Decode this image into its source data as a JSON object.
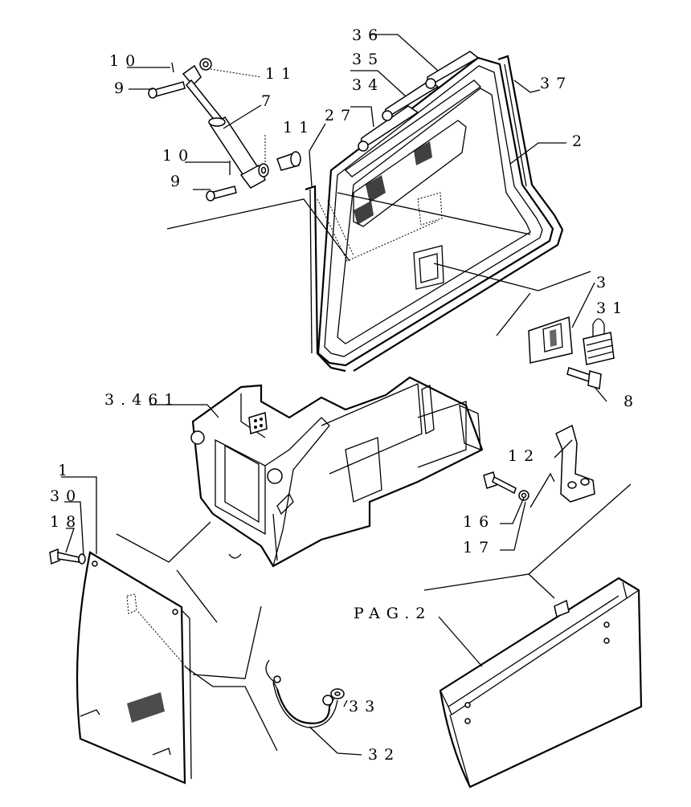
{
  "callouts": {
    "c36": "36",
    "c35": "35",
    "c34": "34",
    "c37": "37",
    "c10a": "10",
    "c9a": "9",
    "c11a": "11",
    "c7": "7",
    "c11b": "11",
    "c27": "27",
    "c10b": "10",
    "c9b": "9",
    "c2": "2",
    "c3": "3",
    "c31": "31",
    "c8": "8",
    "c3461": "3.461",
    "c12": "12",
    "c16": "16",
    "c17": "17",
    "c1": "1",
    "c30": "30",
    "c18": "18",
    "cpag2": "PAG.2",
    "c33": "33",
    "c32": "32"
  }
}
